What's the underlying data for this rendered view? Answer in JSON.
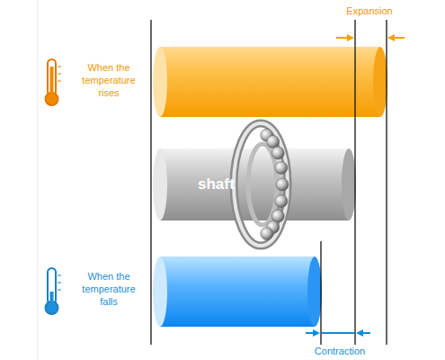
{
  "diagram": {
    "nodes": [
      {
        "text": [
          "shaft"
        ]
      }
    ],
    "labels": [
      "Expansion",
      "When the temperature rises",
      "When the temperature falls",
      "Contraction"
    ]
  }
}
